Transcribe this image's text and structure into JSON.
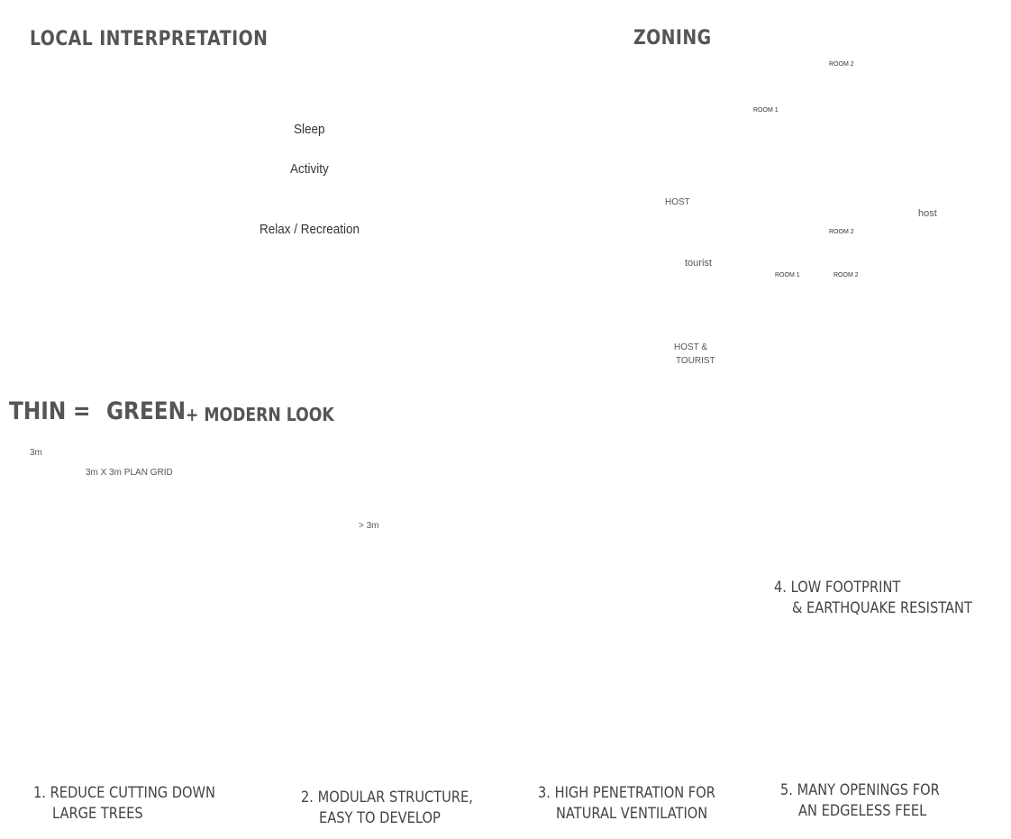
{
  "titles": {
    "local": "LOCAL INTERPRETATION",
    "zoning": "ZONING",
    "thin": "THIN",
    "equals": "=",
    "green": "GREEN",
    "modern": "+ MODERN LOOK"
  },
  "local_labels": {
    "sleep": "Sleep",
    "activity": "Activity",
    "relax": "Relax / Recreation"
  },
  "zoning_labels": {
    "room1": "ROOM 1",
    "room2": "ROOM 2",
    "host": "HOST",
    "host_top": "host",
    "tourist": "tourist",
    "host_tourist_1": "HOST &",
    "host_tourist_2": "TOURIST"
  },
  "grid_labels": {
    "dim": "3m",
    "plan_grid": "3m X 3m PLAN GRID",
    "spacing": "> 3m"
  },
  "captions": {
    "c1_line1": "1. REDUCE CUTTING DOWN",
    "c1_line2": "LARGE TREES",
    "c2_line1": "2. MODULAR STRUCTURE,",
    "c2_line2": "EASY TO DEVELOP",
    "c3_line1": "3. HIGH PENETRATION FOR",
    "c3_line2": "NATURAL VENTILATION",
    "c4_line1": "4. LOW FOOTPRINT",
    "c4_line2": "& EARTHQUAKE RESISTANT",
    "c5_line1": "5. MANY OPENINGS FOR",
    "c5_line2": "AN EDGELESS FEEL"
  },
  "colors": {
    "sleep_red": "#c9828a",
    "activity_blue": "#bcd6e6",
    "relax_green": "#d9ecc4",
    "room_red": "#a8646c",
    "icon_orange": "#e0906f",
    "icon_yellow": "#dbe29a",
    "tree_green": "#cfeabc",
    "wind_blue": "#9fcbe3"
  }
}
